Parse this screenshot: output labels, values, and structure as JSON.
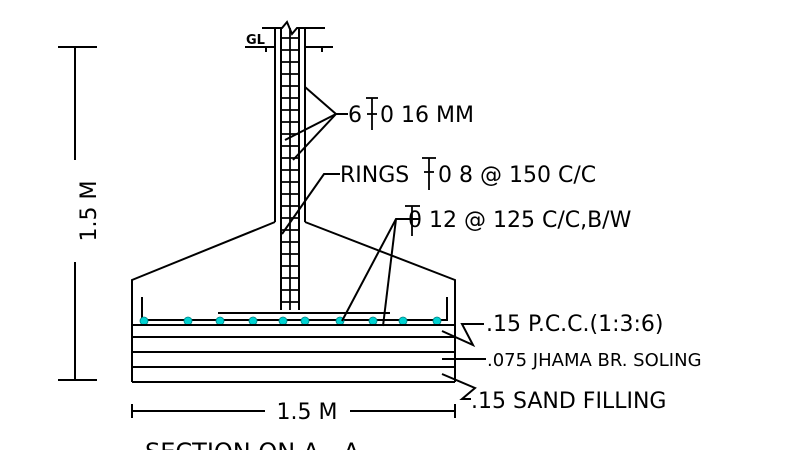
{
  "labels": {
    "ground_level": "GL",
    "vertical_dim": "1.5 M",
    "horizontal_dim": "1.5 M",
    "main_bars": "6",
    "main_bars_size": "0  16  MM",
    "rings_prefix": "RINGS",
    "rings_size": "0  8  @  150  C/C",
    "base_mesh": "0  12  @    125  C/C,B/W",
    "pcc": ".15  P.C.C.(1:3:6)",
    "soling": ".075  JHAMA  BR.  SOLING",
    "sand": ".15  SAND  FILLING",
    "section_title": "SECTION  ON  A - A"
  },
  "colors": {
    "line": "#000000",
    "bar_dot": "#00d2d2",
    "background": "#ffffff"
  }
}
